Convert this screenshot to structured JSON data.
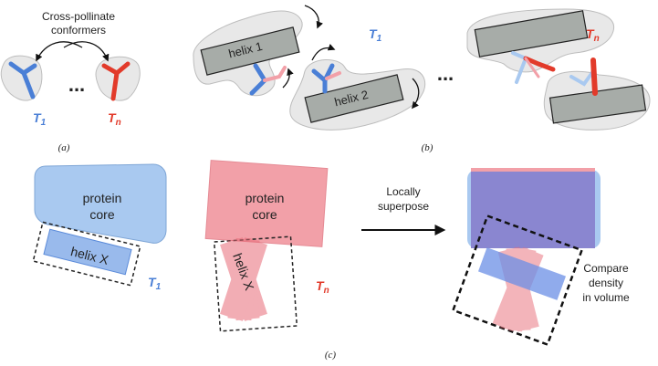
{
  "panel_a": {
    "title_line1": "Cross-pollinate",
    "title_line2": "conformers",
    "ellipsis": "...",
    "t1_main": "T",
    "t1_sub": "1",
    "tn_main": "T",
    "tn_sub": "n",
    "caption": "(a)"
  },
  "panel_b": {
    "helix1_label": "helix 1",
    "helix2_label": "helix 2",
    "t1_main": "T",
    "t1_sub": "1",
    "ellipsis": "...",
    "tn_main": "T",
    "tn_sub": "n",
    "caption": "(b)"
  },
  "panel_c": {
    "core1_line1": "protein",
    "core1_line2": "core",
    "helixx1_label": "helix X",
    "t1_main": "T",
    "t1_sub": "1",
    "core2_line1": "protein",
    "core2_line2": "core",
    "helixx2_label": "helix X",
    "tn_main": "T",
    "tn_sub": "n",
    "arrow_line1": "Locally",
    "arrow_line2": "superpose",
    "compare_line1": "Compare",
    "compare_line2": "density",
    "compare_line3": "in volume",
    "caption": "(c)"
  },
  "colors": {
    "blue": "#4a7fd6",
    "red": "#e23a2a",
    "blue_fill": "#a9c9f0",
    "red_fill": "#f2a0a8",
    "gray_fill": "#a7aca8",
    "blob_fill": "#e8e8e8",
    "purple_fill": "#8a86d0"
  }
}
